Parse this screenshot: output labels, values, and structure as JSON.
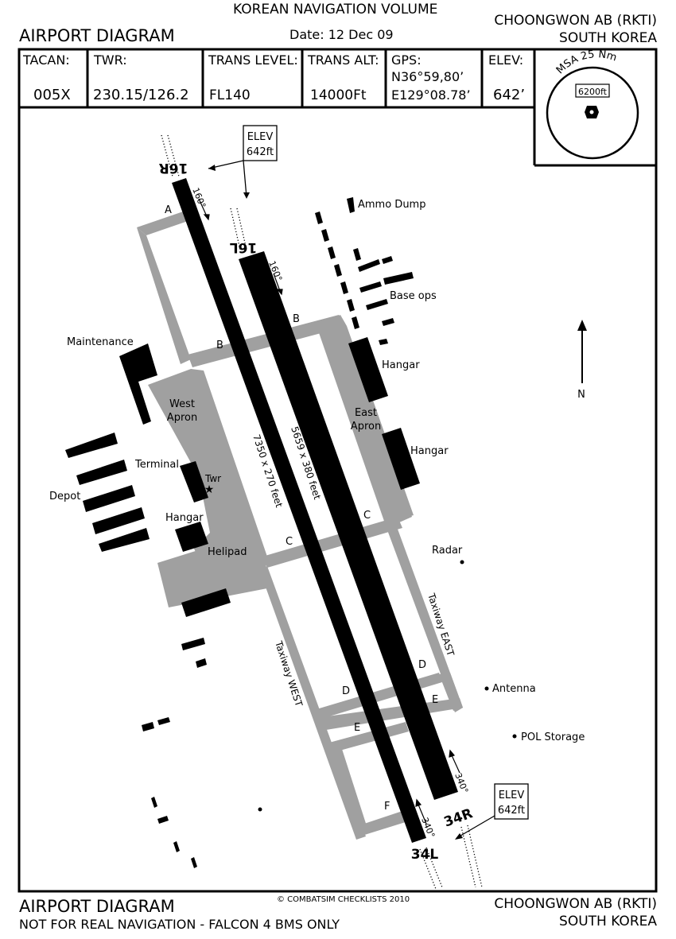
{
  "header": {
    "volume": "KOREAN NAVIGATION VOLUME",
    "title": "AIRPORT DIAGRAM",
    "date": "Date: 12 Dec 09",
    "airport": "CHOONGWON AB (RKTI)",
    "country": "SOUTH KOREA"
  },
  "info": {
    "tacan_label": "TACAN:",
    "tacan_value": "005X",
    "twr_label": "TWR:",
    "twr_value": "230.15/126.2",
    "trans_level_label": "TRANS LEVEL:",
    "trans_level_value": "FL140",
    "trans_alt_label": "TRANS ALT:",
    "trans_alt_value": "14000Ft",
    "gps_label": "GPS:",
    "gps_lat": "N36°59,80’",
    "gps_lon": "E129°08.78’",
    "elev_label": "ELEV:",
    "elev_value": "642’",
    "msa_label": "MSA 25 Nm",
    "msa_value": "6200ft"
  },
  "runways": {
    "r16r": "16R",
    "r16l": "16L",
    "r34l": "34L",
    "r34r": "34R",
    "hdg160": "160°",
    "hdg340": "340°",
    "dims_west": "7350 x 270 feet",
    "dims_east": "5659 x 380 feet",
    "elev_box_line1": "ELEV",
    "elev_box_line2": "642ft"
  },
  "labels": {
    "ammo_dump": "Ammo Dump",
    "base_ops": "Base ops",
    "hangar": "Hangar",
    "maintenance": "Maintenance",
    "west_apron_1": "West",
    "west_apron_2": "Apron",
    "east_apron_1": "East",
    "east_apron_2": "Apron",
    "terminal": "Terminal",
    "twr": "Twr",
    "depot": "Depot",
    "helipad": "Helipad",
    "radar": "Radar",
    "antenna": "Antenna",
    "pol_storage": "POL Storage",
    "taxiway_east": "Taxiway EAST",
    "taxiway_west": "Taxiway WEST",
    "north": "N",
    "twy_a": "A",
    "twy_b": "B",
    "twy_c": "C",
    "twy_d": "D",
    "twy_e": "E",
    "twy_f": "F"
  },
  "footer": {
    "copyright": "© COMBATSIM CHECKLISTS 2010",
    "title": "AIRPORT DIAGRAM",
    "disclaimer": "NOT FOR REAL NAVIGATION - FALCON 4 BMS ONLY",
    "airport": "CHOONGWON AB (RKTI)",
    "country": "SOUTH KOREA"
  },
  "colors": {
    "taxiway": "#a0a0a0",
    "runway": "#000000",
    "frame": "#000000"
  }
}
